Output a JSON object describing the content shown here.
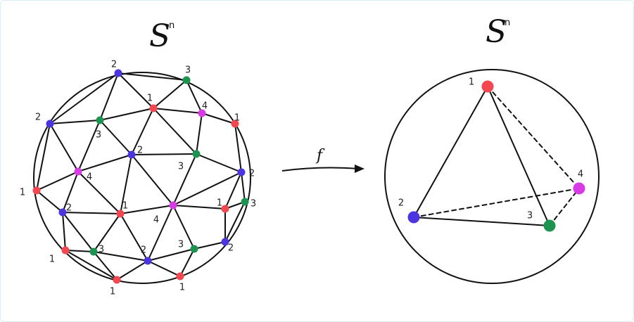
{
  "colors": {
    "1": "#f4474f",
    "2": "#4a35e0",
    "3": "#1c9450",
    "4": "#d83be6",
    "line": "#111111"
  },
  "left": {
    "title": "S",
    "title_sup": "n",
    "vertices": [
      {
        "id": "a",
        "label": "2",
        "c": 2
      },
      {
        "id": "b",
        "label": "3",
        "c": 3
      },
      {
        "id": "c",
        "label": "1",
        "c": 1
      },
      {
        "id": "d",
        "label": "4",
        "c": 4
      },
      {
        "id": "e",
        "label": "1",
        "c": 1
      },
      {
        "id": "f",
        "label": "2",
        "c": 2
      },
      {
        "id": "g",
        "label": "3",
        "c": 3
      },
      {
        "id": "h",
        "label": "2",
        "c": 2
      },
      {
        "id": "i",
        "label": "3",
        "c": 3
      },
      {
        "id": "j",
        "label": "2",
        "c": 2
      },
      {
        "id": "k",
        "label": "4",
        "c": 4
      },
      {
        "id": "l",
        "label": "1",
        "c": 1
      },
      {
        "id": "m",
        "label": "2",
        "c": 2
      },
      {
        "id": "n",
        "label": "1",
        "c": 1
      },
      {
        "id": "o",
        "label": "4",
        "c": 4
      },
      {
        "id": "p",
        "label": "1",
        "c": 1
      },
      {
        "id": "q",
        "label": "3",
        "c": 3
      },
      {
        "id": "r",
        "label": "1",
        "c": 1
      },
      {
        "id": "s",
        "label": "3",
        "c": 3
      },
      {
        "id": "t",
        "label": "2",
        "c": 2
      },
      {
        "id": "u",
        "label": "3",
        "c": 3
      },
      {
        "id": "v",
        "label": "2",
        "c": 2
      },
      {
        "id": "w",
        "label": "1",
        "c": 1
      },
      {
        "id": "x",
        "label": "1",
        "c": 1
      }
    ],
    "edges": [
      [
        "a",
        "b"
      ],
      [
        "a",
        "f"
      ],
      [
        "a",
        "g"
      ],
      [
        "a",
        "c"
      ],
      [
        "b",
        "c"
      ],
      [
        "b",
        "d"
      ],
      [
        "c",
        "d"
      ],
      [
        "c",
        "g"
      ],
      [
        "c",
        "h"
      ],
      [
        "c",
        "i"
      ],
      [
        "d",
        "e"
      ],
      [
        "d",
        "i"
      ],
      [
        "e",
        "j"
      ],
      [
        "f",
        "g"
      ],
      [
        "f",
        "k"
      ],
      [
        "f",
        "l"
      ],
      [
        "g",
        "h"
      ],
      [
        "g",
        "k"
      ],
      [
        "h",
        "i"
      ],
      [
        "h",
        "n"
      ],
      [
        "h",
        "o"
      ],
      [
        "h",
        "k"
      ],
      [
        "i",
        "j"
      ],
      [
        "i",
        "o"
      ],
      [
        "j",
        "o"
      ],
      [
        "j",
        "p"
      ],
      [
        "j",
        "q"
      ],
      [
        "k",
        "l"
      ],
      [
        "k",
        "m"
      ],
      [
        "k",
        "n"
      ],
      [
        "l",
        "m"
      ],
      [
        "m",
        "n"
      ],
      [
        "m",
        "r"
      ],
      [
        "m",
        "s"
      ],
      [
        "n",
        "s"
      ],
      [
        "n",
        "v"
      ],
      [
        "n",
        "o"
      ],
      [
        "o",
        "p"
      ],
      [
        "o",
        "v"
      ],
      [
        "o",
        "u"
      ],
      [
        "p",
        "q"
      ],
      [
        "p",
        "t"
      ],
      [
        "q",
        "t"
      ],
      [
        "r",
        "s"
      ],
      [
        "r",
        "w"
      ],
      [
        "s",
        "w"
      ],
      [
        "s",
        "v"
      ],
      [
        "t",
        "u"
      ],
      [
        "u",
        "v"
      ],
      [
        "u",
        "x"
      ],
      [
        "v",
        "w"
      ],
      [
        "v",
        "x"
      ]
    ]
  },
  "arrow": {
    "label": "f"
  },
  "right": {
    "title": "S",
    "title_sup": "n",
    "vertices": [
      {
        "id": "r1",
        "label": "1",
        "c": 1
      },
      {
        "id": "r2",
        "label": "2",
        "c": 2
      },
      {
        "id": "r3",
        "label": "3",
        "c": 3
      },
      {
        "id": "r4",
        "label": "4",
        "c": 4
      }
    ],
    "solid_edges": [
      [
        "r1",
        "r2"
      ],
      [
        "r1",
        "r3"
      ],
      [
        "r2",
        "r3"
      ]
    ],
    "dashed_edges": [
      [
        "r1",
        "r4"
      ],
      [
        "r2",
        "r4"
      ],
      [
        "r3",
        "r4"
      ]
    ]
  }
}
